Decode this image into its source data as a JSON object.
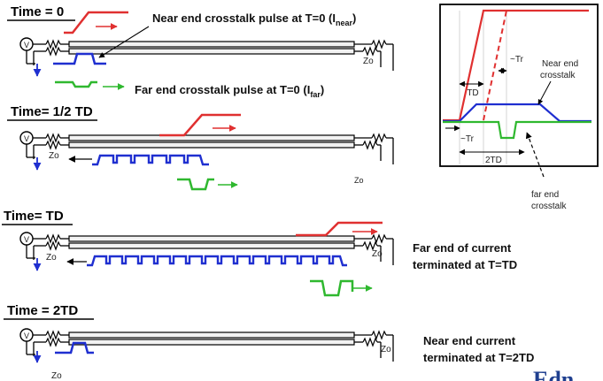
{
  "stages": [
    {
      "title": "Time = 0"
    },
    {
      "title": "Time= 1/2 TD"
    },
    {
      "title": "Time= TD"
    },
    {
      "title": "Time = 2TD"
    }
  ],
  "annotations": {
    "near_pulse_prefix": "Near end crosstalk pulse at T=0 (I",
    "near_pulse_sub": "near",
    "near_pulse_suffix": ")",
    "far_pulse_prefix": "Far end crosstalk pulse at T=0 (I",
    "far_pulse_sub": "far",
    "far_pulse_suffix": ")",
    "far_term_line1": "Far end of current",
    "far_term_line2": "terminated at T=TD",
    "near_term_line1": "Near end current",
    "near_term_line2": "terminated at T=2TD"
  },
  "component_labels": {
    "source": "V",
    "impedance": "Zo"
  },
  "inset": {
    "tr_right": "~Tr",
    "td": "TD",
    "tr_left": "~Tr",
    "two_td": "2TD",
    "near_line1": "Near end",
    "near_line2": "crosstalk",
    "far_line1": "far end",
    "far_line2": "crosstalk"
  },
  "logo_fragment": "Edn",
  "colors": {
    "signal": "#e03030",
    "near_end": "#1f2fd0",
    "far_end": "#2fb82f",
    "line": "#000000",
    "trace_fill": "#f2f2f2"
  }
}
